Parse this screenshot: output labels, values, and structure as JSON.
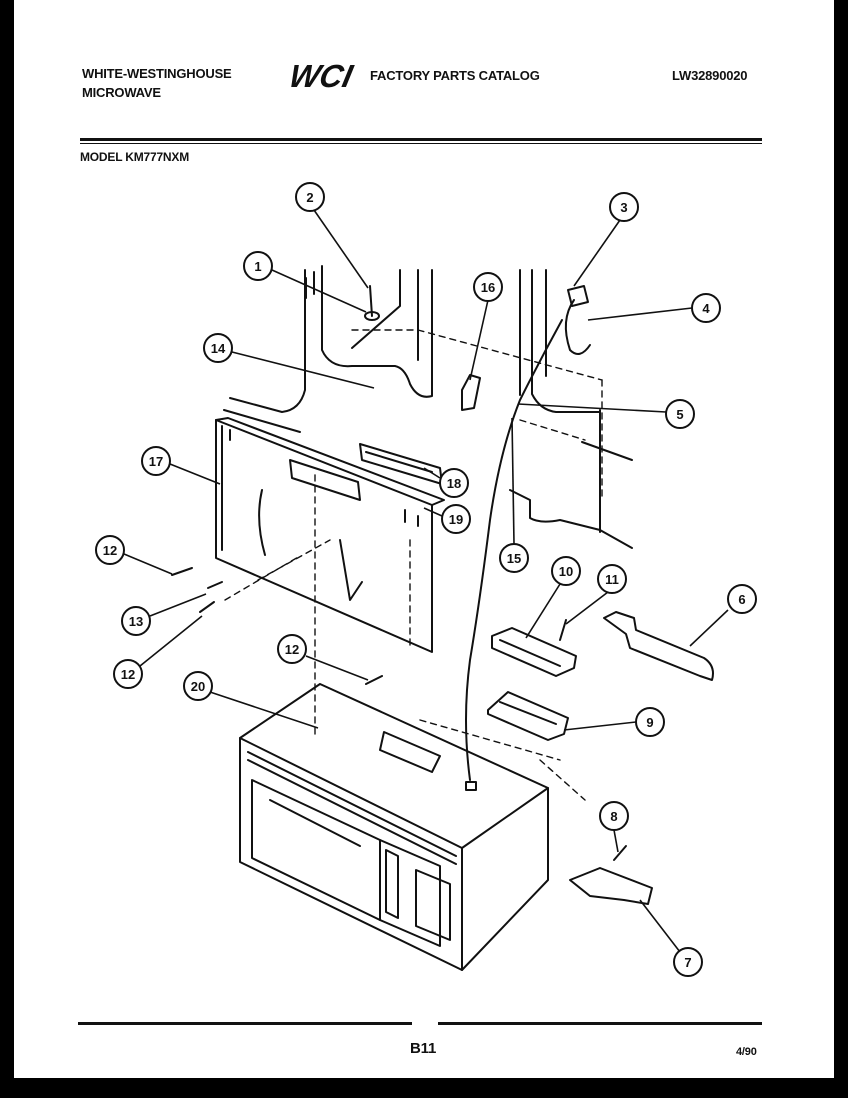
{
  "header": {
    "brand_line1": "WHITE-WESTINGHOUSE",
    "brand_line2": "MICROWAVE",
    "logo_text": "WCI",
    "catalog_title": "FACTORY PARTS CATALOG",
    "catalog_number": "LW32890020",
    "model_label": "MODEL KM777NXM"
  },
  "footer": {
    "page_code": "B11",
    "date": "4/90"
  },
  "callouts": [
    "1",
    "2",
    "3",
    "4",
    "5",
    "6",
    "7",
    "8",
    "9",
    "10",
    "11",
    "12",
    "12",
    "12",
    "13",
    "14",
    "15",
    "16",
    "17",
    "18",
    "19",
    "20"
  ]
}
